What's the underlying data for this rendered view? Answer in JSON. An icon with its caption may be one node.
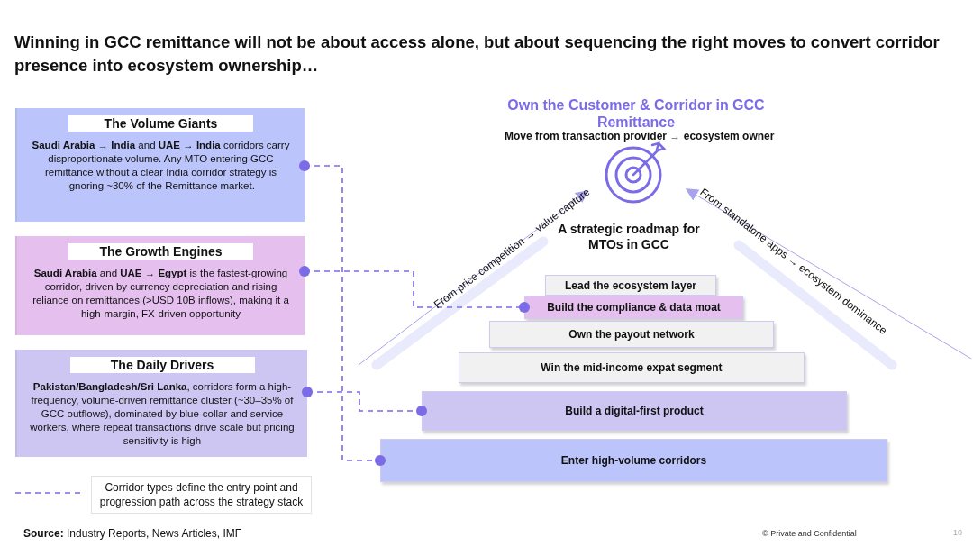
{
  "diagram": {
    "title": "Winning in GCC remittance will not be about access alone, but about sequencing the right moves to convert corridor presence into ecosystem ownership…",
    "nodes": [
      {
        "text": [
          "The Volume Giants",
          "**Saudi Arabia → India** and **UAE → India** corridors carry disproportionate volume. Any MTO entering GCC remittance without a clear India corridor strategy is ignoring ~30% of the Remittance market."
        ]
      },
      {
        "text": [
          "The Growth Engines",
          "**Saudi Arabia** and **UAE → Egypt** is the fastest-growing corridor, driven by currency depreciation and rising reliance on remittances (>USD 10B inflows), making it a high-margin, FX-driven opportunity"
        ]
      },
      {
        "text": [
          "The Daily Drivers",
          "**Pakistan/Bangladesh/Sri Lanka**, corridors form a high-frequency, volume-driven remittance cluster (~30–35% of GCC outflows), dominated by blue-collar and service workers, where repeat transactions drive scale but pricing sensitivity is high"
        ]
      },
      {
        "text": [
          "Lead the ecosystem layer"
        ]
      },
      {
        "text": [
          "Build the compliance & data moat"
        ]
      },
      {
        "text": [
          "Own the payout network"
        ]
      },
      {
        "text": [
          "Win the mid-income expat segment"
        ]
      },
      {
        "text": [
          "Build a digital-first product"
        ]
      },
      {
        "text": [
          "Enter high-volume corridors"
        ]
      }
    ],
    "edges": [
      {
        "from": 0,
        "to": 8,
        "arrow": "other",
        "style": "dashed"
      },
      {
        "from": 1,
        "to": 4,
        "arrow": "other",
        "style": "dashed"
      },
      {
        "from": 2,
        "to": 7,
        "arrow": "other",
        "style": "dashed"
      }
    ],
    "labels": [
      "Own the Customer & Corridor in GCC Remittance",
      "Move from transaction provider → ecosystem owner",
      "From price competition → value capture",
      "From standalone apps → ecosystem dominance",
      "A strategic roadmap for MTOs in GCC",
      "**Source:** Industry Reports, News Articles, IMF",
      "© Private and Confidential",
      "10"
    ],
    "legend": [
      {
        "text": "Corridor types define the entry point and progression path across the strategy stack"
      }
    ]
  }
}
